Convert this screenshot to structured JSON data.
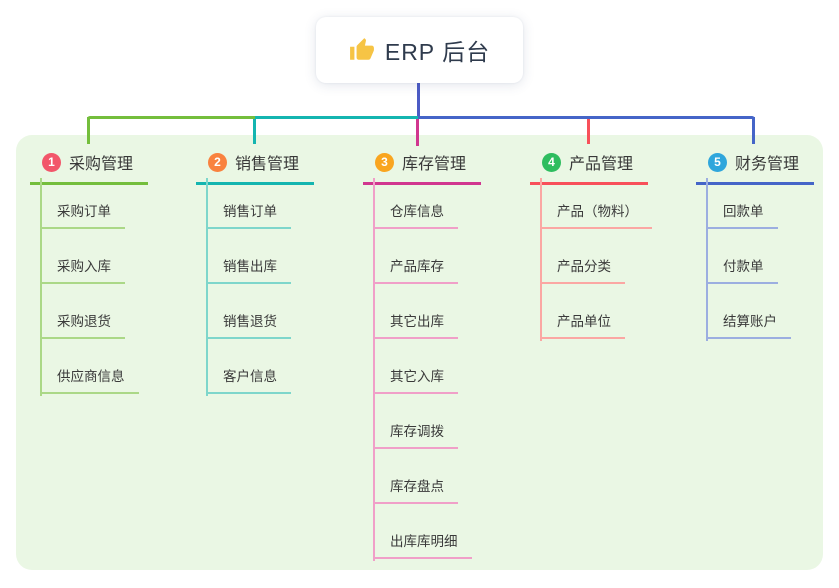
{
  "root": {
    "title": "ERP 后台",
    "icon": "thumbs-up-icon",
    "line_color": "#4c5bc5"
  },
  "panel": {
    "background": "#eaf7e4"
  },
  "branches": [
    {
      "number": "1",
      "label": "采购管理",
      "color_main": "#74be3c",
      "color_light": "#abd887",
      "color_badge": "#f2566a",
      "items": [
        "采购订单",
        "采购入库",
        "采购退货",
        "供应商信息"
      ]
    },
    {
      "number": "2",
      "label": "销售管理",
      "color_main": "#14b5b0",
      "color_light": "#7ed6cb",
      "color_badge": "#f9823f",
      "items": [
        "销售订单",
        "销售出库",
        "销售退货",
        "客户信息"
      ]
    },
    {
      "number": "3",
      "label": "库存管理",
      "color_main": "#d1368f",
      "color_light": "#f09fc8",
      "color_badge": "#f9a51f",
      "items": [
        "仓库信息",
        "产品库存",
        "其它出库",
        "其它入库",
        "库存调拨",
        "库存盘点",
        "出库库明细"
      ]
    },
    {
      "number": "4",
      "label": "产品管理",
      "color_main": "#f8505a",
      "color_light": "#fba7a3",
      "color_badge": "#2ebd5f",
      "items": [
        "产品（物料）",
        "产品分类",
        "产品单位"
      ]
    },
    {
      "number": "5",
      "label": "财务管理",
      "color_main": "#4565c8",
      "color_light": "#9caee0",
      "color_badge": "#2fa6dc",
      "items": [
        "回款单",
        "付款单",
        "结算账户"
      ]
    }
  ]
}
